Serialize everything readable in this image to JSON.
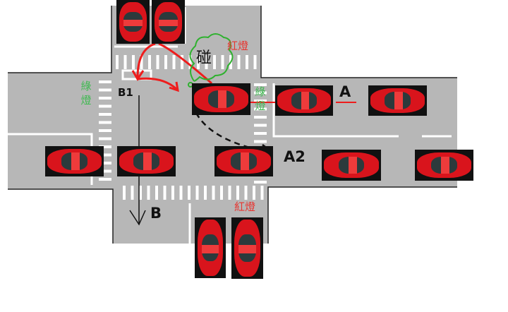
{
  "labels": {
    "red_light_top": "紅燈",
    "red_light_bottom": "紅燈",
    "green_light_left": "綠燈",
    "green_light_right": "綠燈",
    "collision": "碰",
    "b1": "B1",
    "a": "A",
    "a2": "A2",
    "b": "B"
  },
  "colors": {
    "road": "#b7b7b7",
    "car": "#d9141c",
    "red_text": "#e8342f",
    "green_text": "#3fb950",
    "path_red": "#ee1c1c",
    "cloud": "#2fb12f"
  }
}
